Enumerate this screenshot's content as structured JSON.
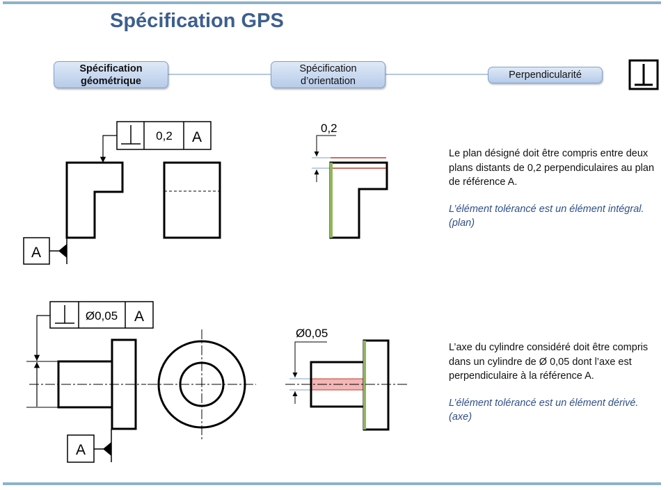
{
  "title": "Spécification GPS",
  "breadcrumb": [
    {
      "label": "Spécification\ngéométrique",
      "bold": true
    },
    {
      "label": "Spécification\nd’orientation",
      "bold": false
    },
    {
      "label": "Perpendicularité",
      "bold": false
    }
  ],
  "symbol": "perpendicularity-icon",
  "example1": {
    "frame": {
      "symbol": "perpendicularity-icon",
      "tolerance": "0,2",
      "datum": "A"
    },
    "datum_label": "A",
    "zone_value": "0,2",
    "description": "Le plan désigné doit être compris entre deux plans distants de 0,2 perpendiculaires au plan de référence  A.",
    "note": "L’élément tolérancé est un élément intégral. (plan)"
  },
  "example2": {
    "frame": {
      "symbol": "perpendicularity-icon",
      "tolerance": "Ø0,05",
      "datum": "A"
    },
    "datum_label": "A",
    "zone_value": "Ø0,05",
    "description": "L’axe du cylindre considéré doit être compris dans un cylindre de Ø 0,05 dont l’axe est perpendiculaire à la référence  A.",
    "note": "L’élément tolérancé est un élément dérivé. (axe)"
  },
  "colors": {
    "title": "#3d5f8e",
    "rule": "#8db3c9",
    "zone_line": "#c0392b",
    "toleranced_face": "#8fb55a",
    "zone_fill": "#f4b6b6",
    "note": "#2f4f86"
  }
}
